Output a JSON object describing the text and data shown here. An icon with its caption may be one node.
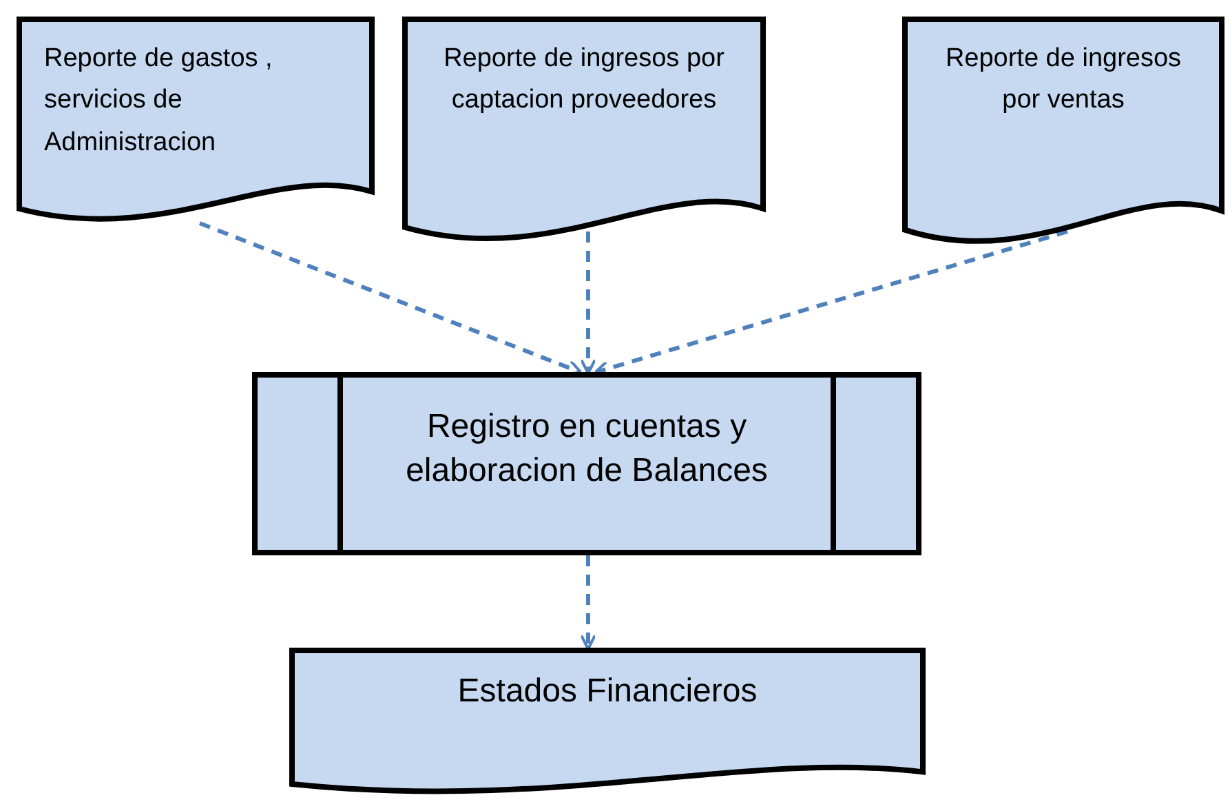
{
  "diagram": {
    "nodes": [
      {
        "text": [
          "Reporte de gastos , servicios de Administracion"
        ]
      },
      {
        "text": [
          "Reporte de ingresos por captacion proveedores"
        ]
      },
      {
        "text": [
          "Reporte de ingresos por ventas"
        ]
      },
      {
        "text": [
          "Registro en cuentas y elaboracion de Balances"
        ]
      },
      {
        "text": [
          "Estados Financieros"
        ]
      }
    ],
    "edges": [
      {
        "from": 0,
        "to": 3,
        "arrow": "to",
        "style": "dashed"
      },
      {
        "from": 1,
        "to": 3,
        "arrow": "to",
        "style": "dashed"
      },
      {
        "from": 2,
        "to": 3,
        "arrow": "to",
        "style": "dashed"
      },
      {
        "from": 3,
        "to": 4,
        "arrow": "to",
        "style": "dashed"
      }
    ]
  }
}
